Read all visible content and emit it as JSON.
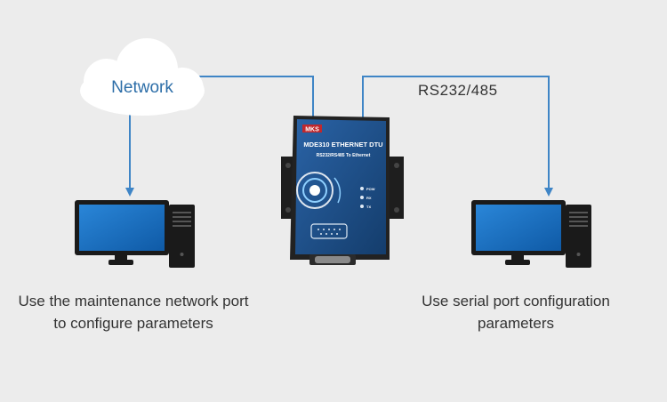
{
  "cloud": {
    "label": "Network"
  },
  "connection": {
    "serial_label": "RS232/485"
  },
  "device": {
    "brand": "MKS",
    "model": "MDE310 ETHERNET DTU",
    "subtitle": "RS232/RS485 To Ethernet",
    "leds": [
      "POW",
      "RX",
      "TX"
    ]
  },
  "captions": {
    "left": [
      "Use the maintenance network port",
      "to configure parameters"
    ],
    "right": [
      "Use serial port configuration",
      "parameters"
    ]
  },
  "colors": {
    "line": "#3f85c6",
    "background": "#ececec",
    "monitor_screen": "#1a6fc0",
    "device_body": "#1b4d86"
  }
}
